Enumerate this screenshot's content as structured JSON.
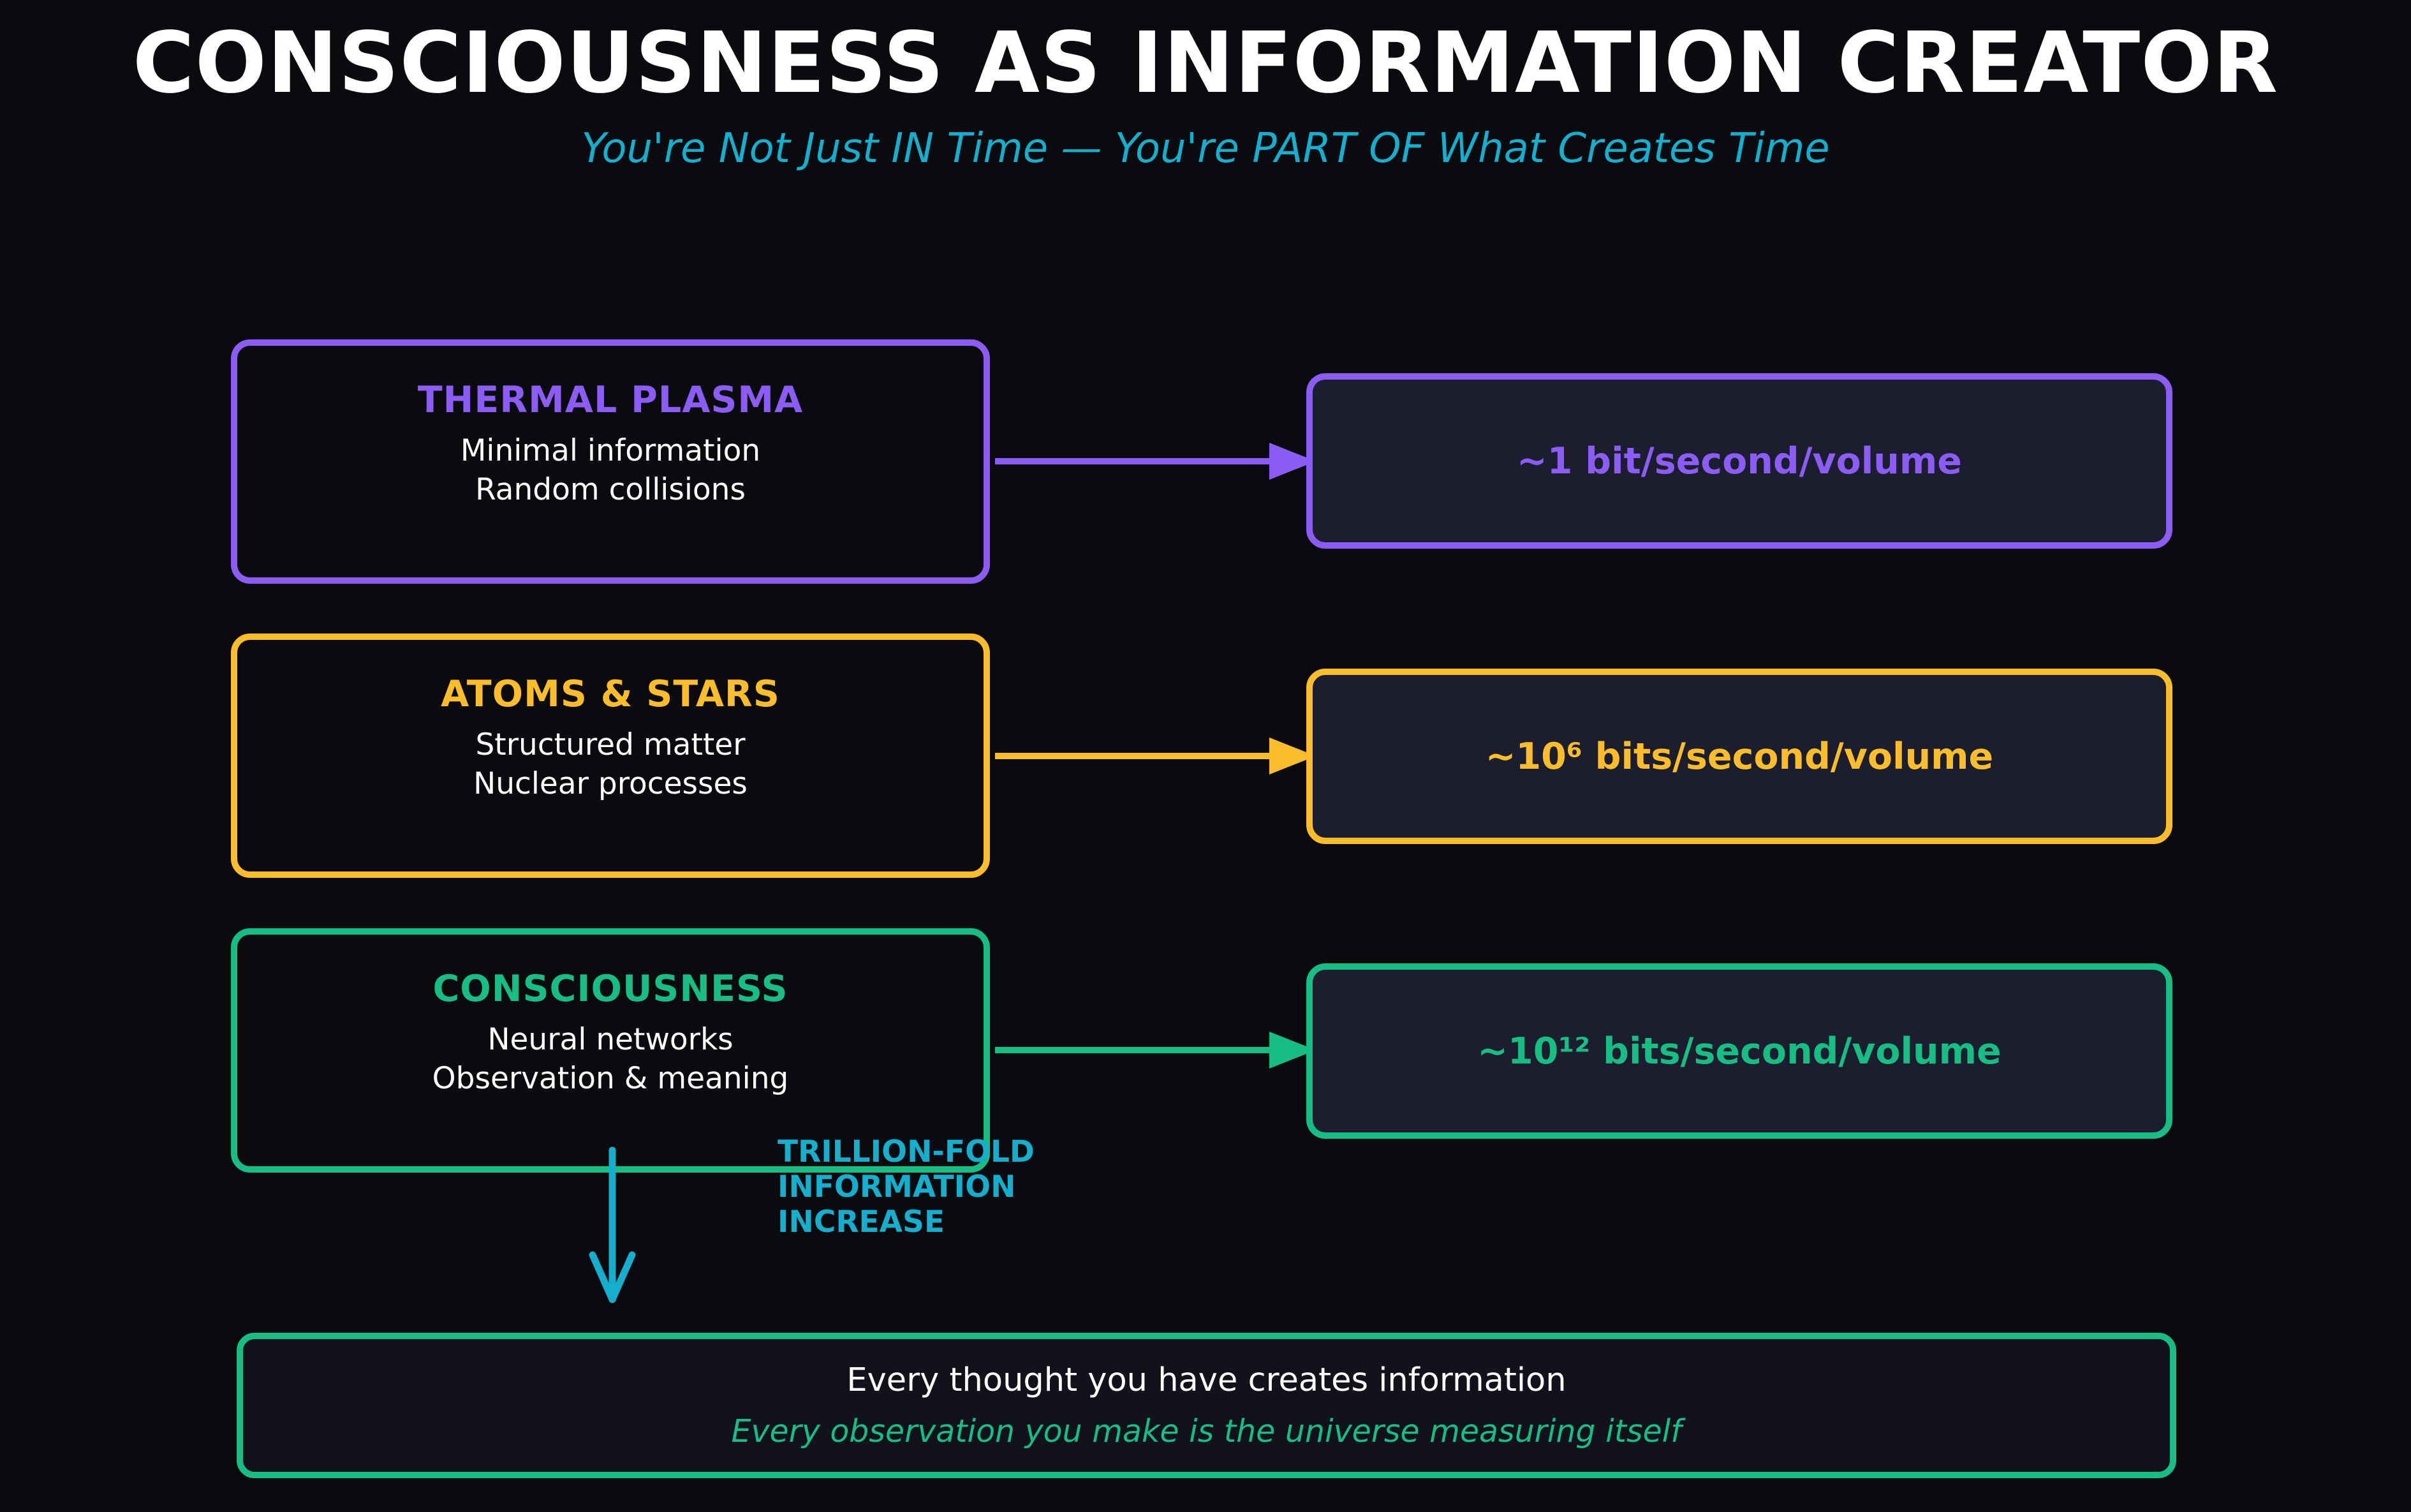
{
  "header": {
    "title": "CONSCIOUSNESS AS INFORMATION CREATOR",
    "subtitle": "You're Not Just IN Time — You're PART OF What Creates Time"
  },
  "rows": [
    {
      "title": "THERMAL PLASMA",
      "line1": "Minimal information",
      "line2": "Random collisions",
      "value": "~1 bit/second/volume"
    },
    {
      "title": "ATOMS & STARS",
      "line1": "Structured matter",
      "line2": "Nuclear processes",
      "value": "~10⁶ bits/second/volume"
    },
    {
      "title": "CONSCIOUSNESS",
      "line1": "Neural networks",
      "line2": "Observation & meaning",
      "value": "~10¹² bits/second/volume"
    }
  ],
  "increase_label": {
    "line1": "TRILLION-FOLD",
    "line2": "INFORMATION",
    "line3": "INCREASE"
  },
  "footer": {
    "line1": "Every thought you have creates information",
    "line2": "Every observation you make is the universe measuring itself"
  },
  "icons": {
    "right_arrow": "right-arrow",
    "down_arrow": "down-arrow"
  },
  "colors": {
    "background": "#0a0a0f",
    "panel": "#1d1d30",
    "panel_dark": "#12121c",
    "purple": "#8b5cf6",
    "amber": "#fbbd2b",
    "green": "#17bd83",
    "cyan": "#15aecd",
    "white": "#ffffff"
  }
}
